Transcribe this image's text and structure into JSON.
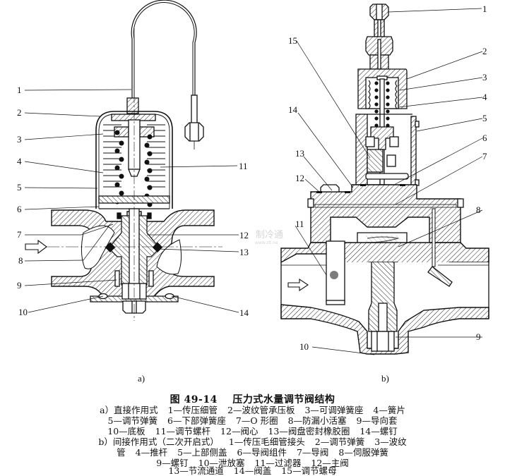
{
  "figure": {
    "number": "图 49-14",
    "title": "压力式水量调节阀结构",
    "watermark": {
      "cn": "制冷通",
      "url": "www.zlt.ne"
    },
    "subfigures": [
      {
        "tag": "a)",
        "callouts": [
          "1",
          "2",
          "3",
          "4",
          "5",
          "6",
          "7",
          "8",
          "9",
          "10",
          "11",
          "12",
          "13",
          "14"
        ]
      },
      {
        "tag": "b)",
        "callouts": [
          "1",
          "2",
          "3",
          "4",
          "5",
          "6",
          "7",
          "8",
          "9",
          "10",
          "11",
          "12",
          "13",
          "14",
          "15"
        ]
      }
    ]
  },
  "caption": {
    "a": {
      "prefix": "a）直接作用式",
      "lines": [
        [
          "1—传压细管",
          "2—波纹管承压板",
          "3—可调弹簧座",
          "4—簧片"
        ],
        [
          "5—调节弹簧",
          "6—下部弹簧座",
          "7—O 形圈",
          "8—防漏小活塞",
          "9—导向套"
        ],
        [
          "10—底板",
          "11—调节螺杆",
          "12—阀心",
          "13—阀盘密封橡胶圈",
          "14—螺钉"
        ]
      ]
    },
    "b": {
      "prefix": "b）间接作用式（二次开启式）",
      "lines": [
        [
          "1—传压毛细管接头",
          "2—调节弹簧",
          "3—波纹"
        ],
        [
          "管",
          "4—推杆",
          "5—上部侧盖",
          "6—导阀组件",
          "7—导阀",
          "8—伺服弹簧"
        ],
        [
          "9—螺钉",
          "10—泄放塞",
          "11—过滤器",
          "12—主阀"
        ],
        [
          "13—节流通道",
          "14—阀盖",
          "15—调节螺母"
        ]
      ]
    }
  },
  "colors": {
    "ink": "#111111",
    "paper": "#ffffff",
    "watermark": "#d6d6d6"
  }
}
